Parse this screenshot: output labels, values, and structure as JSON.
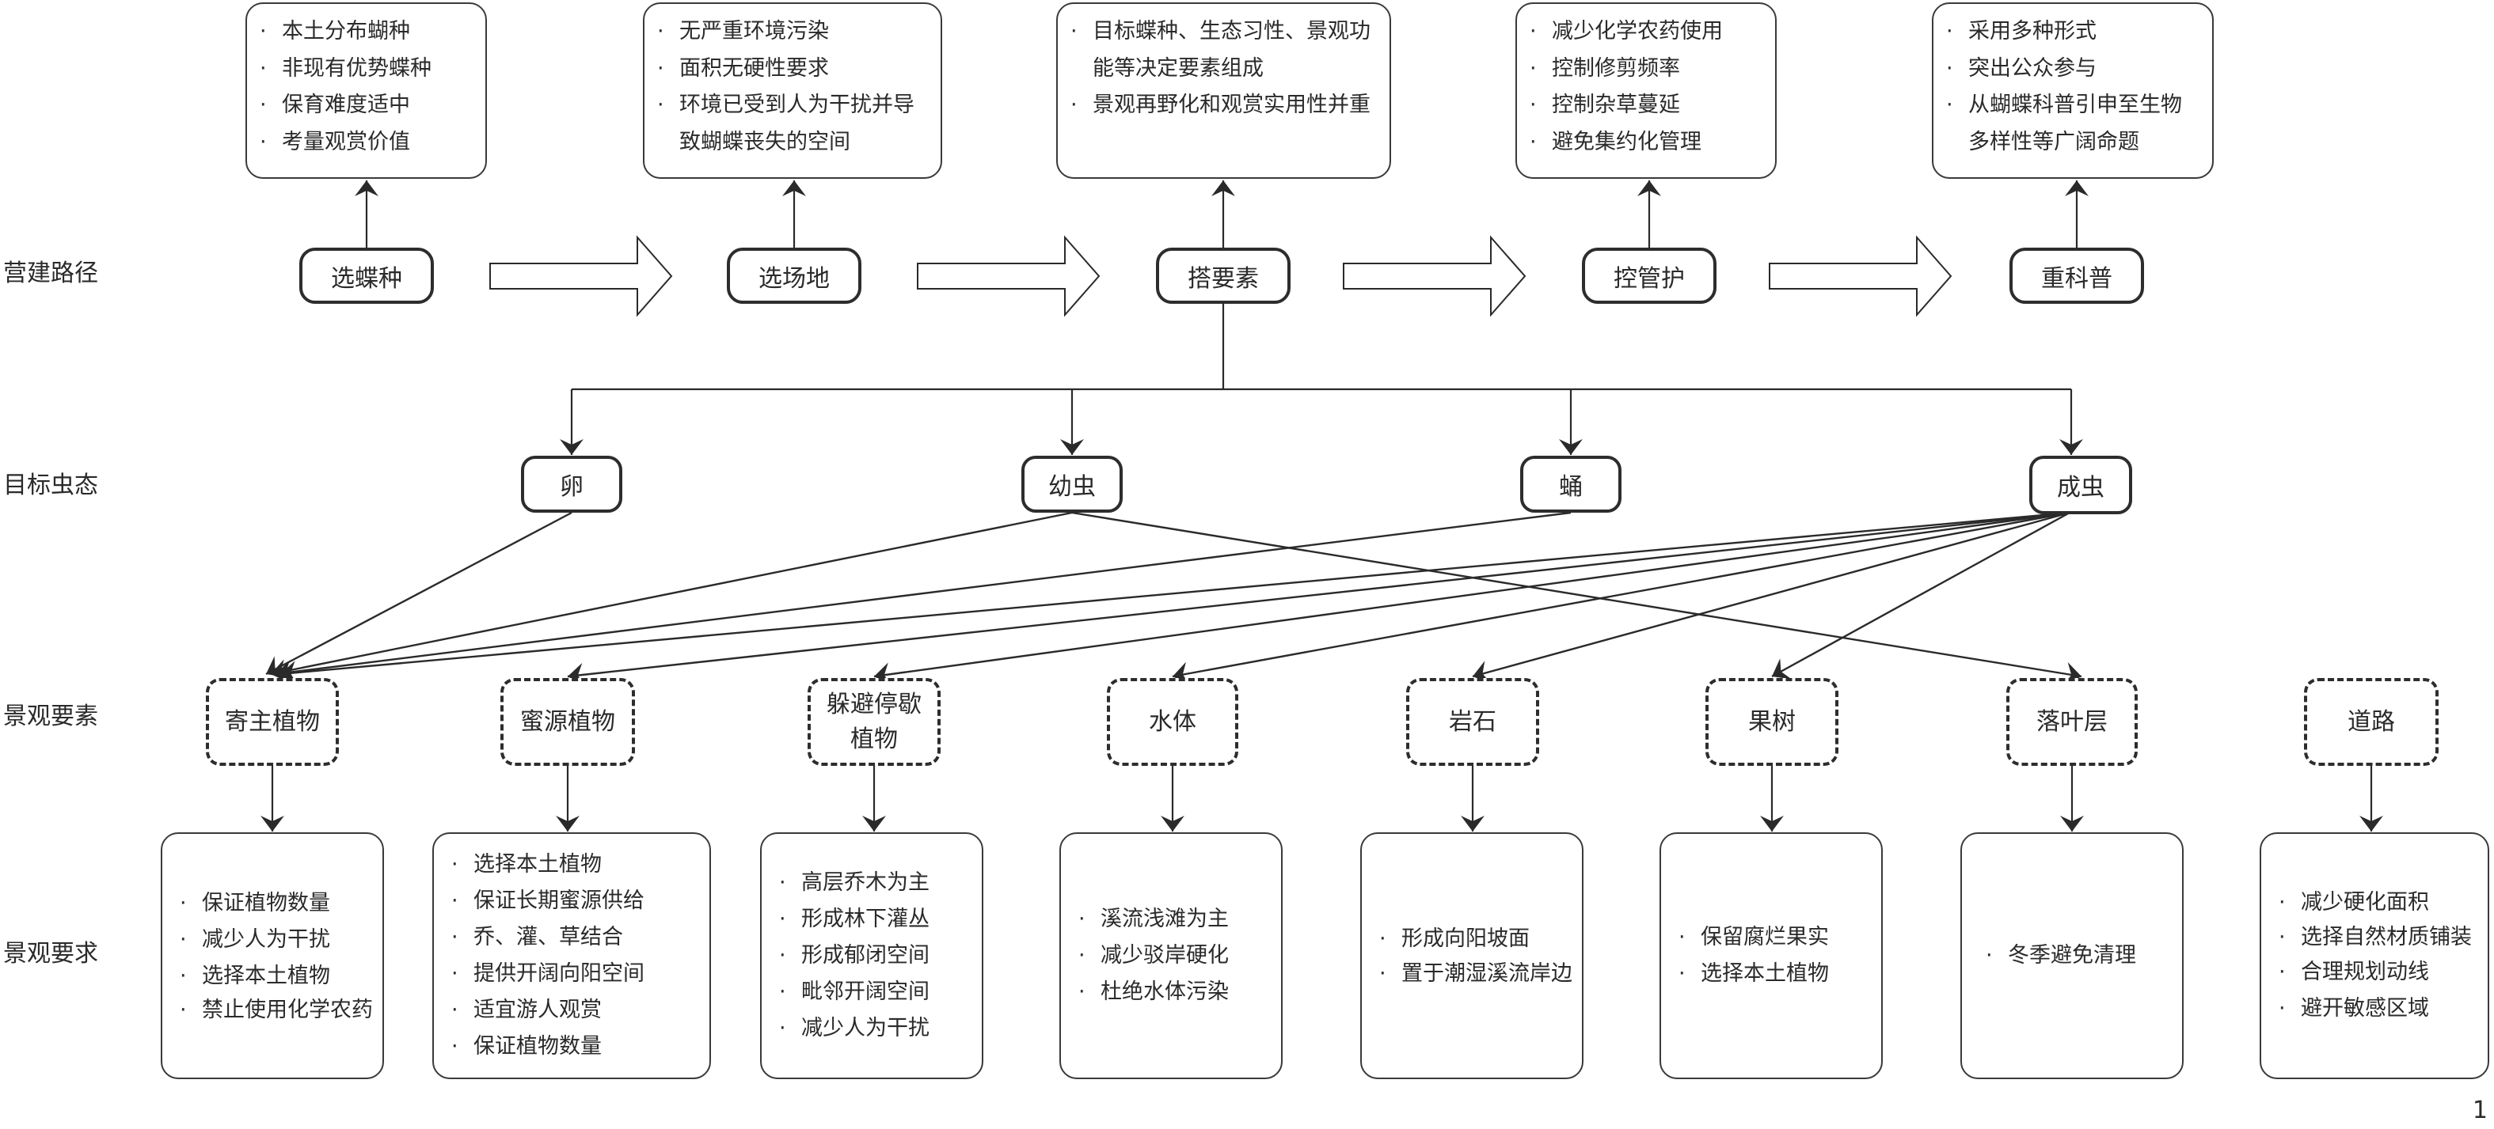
{
  "row_labels": {
    "construction_path": "营建路径",
    "target_stage": "目标虫态",
    "landscape_elements": "景观要素",
    "landscape_requirements": "景观要求"
  },
  "path_steps": [
    {
      "label": "选蝶种",
      "notes": [
        "本土分布蝴种",
        "非现有优势蝶种",
        "保育难度适中",
        "考量观赏价值"
      ]
    },
    {
      "label": "选场地",
      "notes": [
        "无严重环境污染",
        "面积无硬性要求",
        "环境已受到人为干扰并导致蝴蝶丧失的空间"
      ]
    },
    {
      "label": "搭要素",
      "notes": [
        "目标蝶种、生态习性、景观功能等决定要素组成",
        "景观再野化和观赏实用性并重"
      ]
    },
    {
      "label": "控管护",
      "notes": [
        "减少化学农药使用",
        "控制修剪频率",
        "控制杂草蔓延",
        "避免集约化管理"
      ]
    },
    {
      "label": "重科普",
      "notes": [
        "采用多种形式",
        "突出公众参与",
        "从蝴蝶科普引申至生物多样性等广阔命题"
      ]
    }
  ],
  "stages": [
    "卵",
    "幼虫",
    "蛹",
    "成虫"
  ],
  "elements": [
    {
      "label": "寄主植物",
      "requirements": [
        "保证植物数量",
        "减少人为干扰",
        "选择本土植物",
        "禁止使用化学农药"
      ]
    },
    {
      "label": "蜜源植物",
      "requirements": [
        "选择本土植物",
        "保证长期蜜源供给",
        "乔、灌、草结合",
        "提供开阔向阳空间",
        "适宜游人观赏",
        "保证植物数量"
      ]
    },
    {
      "label": "躲避停歇植物",
      "requirements": [
        "高层乔木为主",
        "形成林下灌丛",
        "形成郁闭空间",
        "毗邻开阔空间",
        "减少人为干扰"
      ]
    },
    {
      "label": "水体",
      "requirements": [
        "溪流浅滩为主",
        "减少驳岸硬化",
        "杜绝水体污染"
      ]
    },
    {
      "label": "岩石",
      "requirements": [
        "形成向阳坡面",
        "置于潮湿溪流岸边"
      ]
    },
    {
      "label": "果树",
      "requirements": [
        "保留腐烂果实",
        "选择本土植物"
      ]
    },
    {
      "label": "落叶层",
      "requirements": [
        "冬季避免清理"
      ]
    },
    {
      "label": "道路",
      "requirements": [
        "减少硬化面积",
        "选择自然材质铺装",
        "合理规划动线",
        "避开敏感区域"
      ]
    }
  ],
  "stage_links": [
    {
      "from": "卵",
      "to": "寄主植物"
    },
    {
      "from": "幼虫",
      "to": "寄主植物"
    },
    {
      "from": "幼虫",
      "to": "落叶层"
    },
    {
      "from": "蛹",
      "to": "寄主植物"
    },
    {
      "from": "成虫",
      "to": "寄主植物"
    },
    {
      "from": "成虫",
      "to": "蜜源植物"
    },
    {
      "from": "成虫",
      "to": "躲避停歇植物"
    },
    {
      "from": "成虫",
      "to": "水体"
    },
    {
      "from": "成虫",
      "to": "岩石"
    },
    {
      "from": "成虫",
      "to": "果树"
    }
  ],
  "page_number": "1"
}
